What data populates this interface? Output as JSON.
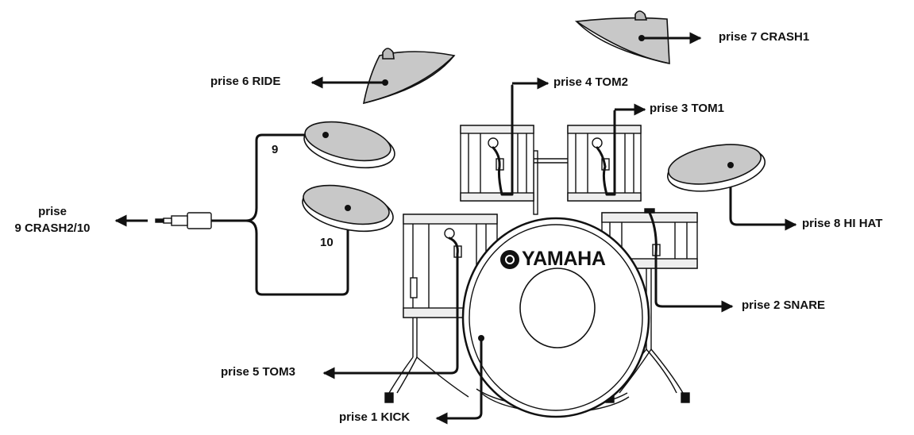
{
  "labels": {
    "crash1": "prise 7 CRASH1",
    "ride": "prise 6 RIDE",
    "tom2": "prise 4 TOM2",
    "tom1": "prise 3 TOM1",
    "hihat": "prise 8 HI HAT",
    "snare": "prise 2 SNARE",
    "tom3": "prise 5 TOM3",
    "kick": "prise 1 KICK",
    "crash2_line1": "prise",
    "crash2_line2": "9 CRASH2/10",
    "pad9": "9",
    "pad10": "10"
  },
  "brand": {
    "logo_text": "YAMAHA"
  },
  "colors": {
    "line": "#111111",
    "pad_fill": "#c8c8c8",
    "shell_fill": "#ffffff"
  }
}
